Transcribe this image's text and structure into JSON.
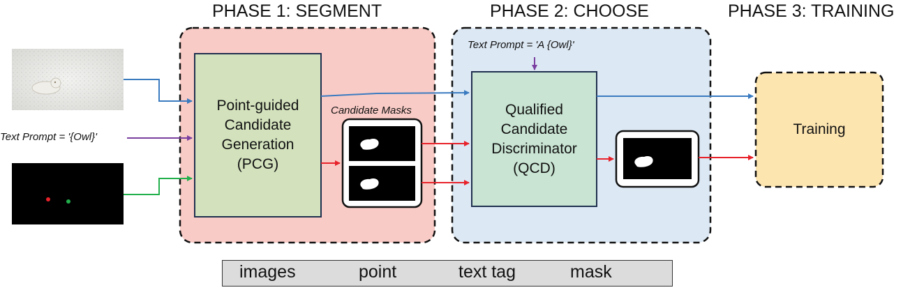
{
  "phases": [
    {
      "title": "PHASE 1: SEGMENT"
    },
    {
      "title": "PHASE 2: CHOOSE"
    },
    {
      "title": "PHASE 3: TRAINING"
    }
  ],
  "pcg": {
    "lines": [
      "Point-guided",
      "Candidate",
      "Generation",
      "(PCG)"
    ]
  },
  "qcd": {
    "lines": [
      "Qualified",
      "Candidate",
      "Discriminator",
      "(QCD)"
    ]
  },
  "training": {
    "label": "Training"
  },
  "text_prompt_left": "Text Prompt = '{Owl}'",
  "text_prompt_top": "Text Prompt = 'A {Owl}'",
  "candidate_masks_label": "Candidate Masks",
  "legend": {
    "images": "images",
    "point": "point",
    "text_tag": "text tag",
    "mask": "mask"
  },
  "colors": {
    "phase1_bg": "#f9cbc6",
    "phase2_bg": "#dce8f4",
    "training_bg": "#fde5b0",
    "box_green": "#d3e2bd",
    "box_teal": "#c9e4d3",
    "arrow_images": "#3a7bc0",
    "arrow_point": "#22b04c",
    "arrow_text": "#7a3fa0",
    "arrow_mask": "#e8222b"
  }
}
